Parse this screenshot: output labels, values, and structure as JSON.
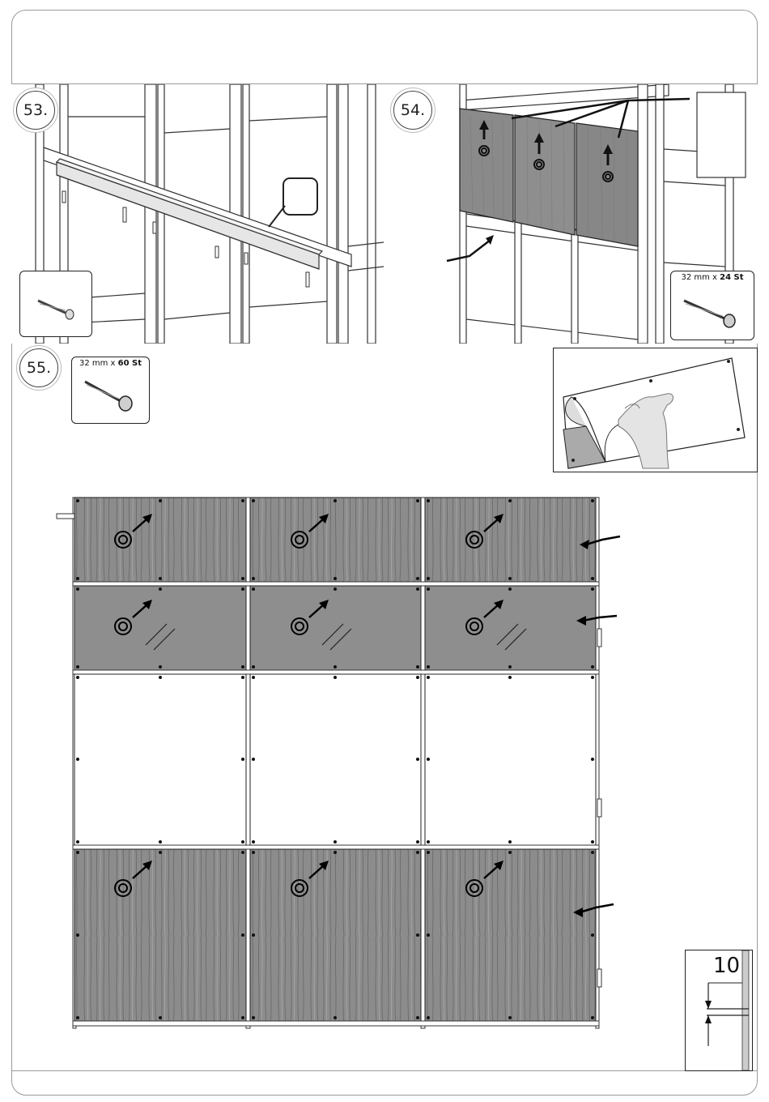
{
  "steps": [
    {
      "number": "53."
    },
    {
      "number": "54."
    },
    {
      "number": "55."
    }
  ],
  "screws": {
    "step54": {
      "size": "32 mm x",
      "count": "24 St"
    },
    "step55": {
      "size": "32 mm x",
      "count": "60 St"
    }
  },
  "dimension": {
    "value": "10"
  }
}
